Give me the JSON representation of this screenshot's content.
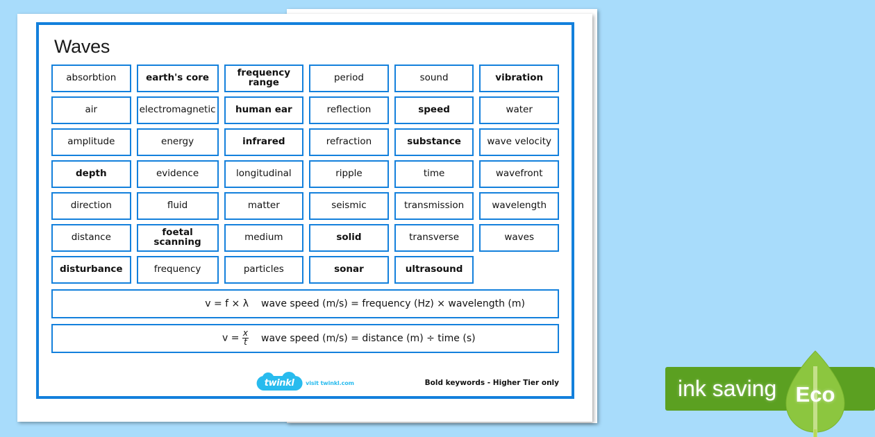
{
  "page": {
    "background_color": "#a8dcfb",
    "accent_color": "#1380dc",
    "mono_color": "#000000"
  },
  "worksheet": {
    "title": "Waves",
    "words": [
      {
        "label": "absorbtion",
        "bold": false
      },
      {
        "label": "earth's core",
        "bold": true
      },
      {
        "label": "frequency range",
        "bold": true
      },
      {
        "label": "period",
        "bold": false
      },
      {
        "label": "sound",
        "bold": false
      },
      {
        "label": "vibration",
        "bold": true
      },
      {
        "label": "air",
        "bold": false
      },
      {
        "label": "electromagnetic",
        "bold": false
      },
      {
        "label": "human ear",
        "bold": true
      },
      {
        "label": "reflection",
        "bold": false
      },
      {
        "label": "speed",
        "bold": true
      },
      {
        "label": "water",
        "bold": false
      },
      {
        "label": "amplitude",
        "bold": false
      },
      {
        "label": "energy",
        "bold": false
      },
      {
        "label": "infrared",
        "bold": true
      },
      {
        "label": "refraction",
        "bold": false
      },
      {
        "label": "substance",
        "bold": true
      },
      {
        "label": "wave velocity",
        "bold": false
      },
      {
        "label": "depth",
        "bold": true
      },
      {
        "label": "evidence",
        "bold": false
      },
      {
        "label": "longitudinal",
        "bold": false
      },
      {
        "label": "ripple",
        "bold": false
      },
      {
        "label": "time",
        "bold": false
      },
      {
        "label": "wavefront",
        "bold": false
      },
      {
        "label": "direction",
        "bold": false
      },
      {
        "label": "fluid",
        "bold": false
      },
      {
        "label": "matter",
        "bold": false
      },
      {
        "label": "seismic",
        "bold": false
      },
      {
        "label": "transmission",
        "bold": false
      },
      {
        "label": "wavelength",
        "bold": false
      },
      {
        "label": "distance",
        "bold": false
      },
      {
        "label": "foetal scanning",
        "bold": true
      },
      {
        "label": "medium",
        "bold": false
      },
      {
        "label": "solid",
        "bold": true
      },
      {
        "label": "transverse",
        "bold": false
      },
      {
        "label": "waves",
        "bold": false
      },
      {
        "label": "disturbance",
        "bold": true
      },
      {
        "label": "frequency",
        "bold": false
      },
      {
        "label": "particles",
        "bold": false
      },
      {
        "label": "sonar",
        "bold": true
      },
      {
        "label": "ultrasound",
        "bold": true
      },
      {
        "label": "",
        "bold": false,
        "empty": true
      }
    ],
    "formulas": [
      {
        "symbol": "v = f × λ",
        "text": "wave speed (m/s) = frequency (Hz) × wavelength (m)",
        "fraction": false
      },
      {
        "symbol_prefix": "v = ",
        "numerator": "x",
        "denominator": "t",
        "text": "wave speed (m/s) = distance (m) ÷ time (s)",
        "fraction": true
      }
    ],
    "footer": {
      "logo_word": "twinkl",
      "logo_tagline": "visit twinkl.com",
      "tier_note": "Bold keywords - Higher Tier only"
    }
  },
  "eco_badge": {
    "label": "ink saving",
    "leaf_label": "Eco",
    "bar_color": "#5ba021",
    "leaf_color": "#8cc63f"
  }
}
